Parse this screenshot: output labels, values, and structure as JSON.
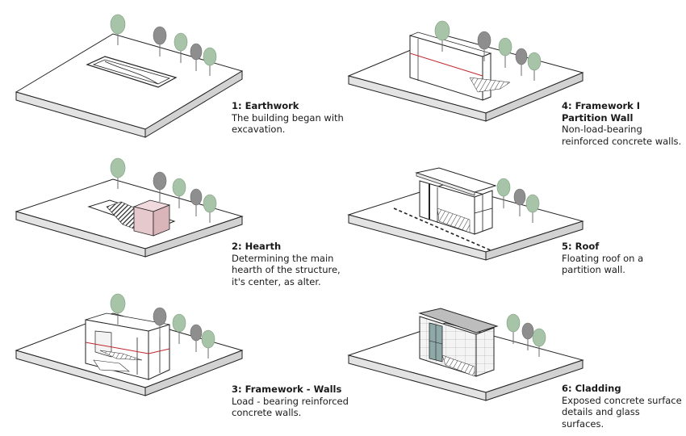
{
  "steps": [
    {
      "title": "1: Earthwork",
      "desc": "The building began with excavation."
    },
    {
      "title": "2: Hearth",
      "desc": "Determining the main hearth of the structure, it's center, as alter."
    },
    {
      "title": "3: Framework - Walls",
      "desc": "Load - bearing reinforced concrete walls."
    },
    {
      "title": "4: Framework I Partition Wall",
      "desc": "Non-load-bearing reinforced concrete walls."
    },
    {
      "title": "5: Roof",
      "desc": "Floating roof on a partition wall."
    },
    {
      "title": "6: Cladding",
      "desc": "Exposed concrete surface details and glass surfaces."
    }
  ],
  "colors": {
    "platform_top": "#ffffff",
    "platform_side": "#e3e3e3",
    "line": "#222222",
    "tree": "#a8c4a8",
    "tree_trunk": "#6b6b6b",
    "hearth_box": "#e6c9cc",
    "accent_line": "#c0272d",
    "glass": "#8fa9a8",
    "roof": "#bdbdbd"
  }
}
